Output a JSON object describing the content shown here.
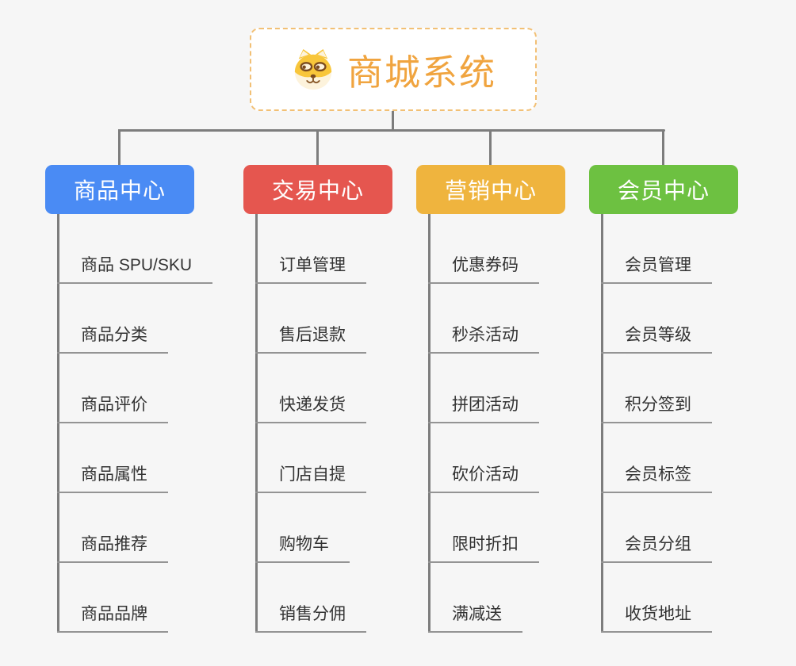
{
  "root": {
    "title": "商城系统",
    "icon": "doge-icon",
    "title_color": "#F0A43F",
    "border_color": "#F2C075",
    "background": "#FFFFFF"
  },
  "colors": {
    "page_background": "#F6F6F6",
    "connector_gray": "#7D7D7D",
    "underline_gray": "#949494",
    "child_text": "#333333",
    "doge_yellow": "#F8C63B",
    "doge_cream": "#FDF3DC",
    "doge_brown": "#7A4A1F"
  },
  "branches": [
    {
      "label": "商品中心",
      "color": "#4A8BF4",
      "children": [
        "商品 SPU/SKU",
        "商品分类",
        "商品评价",
        "商品属性",
        "商品推荐",
        "商品品牌"
      ]
    },
    {
      "label": "交易中心",
      "color": "#E5564F",
      "children": [
        "订单管理",
        "售后退款",
        "快递发货",
        "门店自提",
        "购物车",
        "销售分佣"
      ]
    },
    {
      "label": "营销中心",
      "color": "#EFB43E",
      "children": [
        "优惠券码",
        "秒杀活动",
        "拼团活动",
        "砍价活动",
        "限时折扣",
        "满减送"
      ]
    },
    {
      "label": "会员中心",
      "color": "#6DC141",
      "children": [
        "会员管理",
        "会员等级",
        "积分签到",
        "会员标签",
        "会员分组",
        "收货地址"
      ]
    }
  ]
}
